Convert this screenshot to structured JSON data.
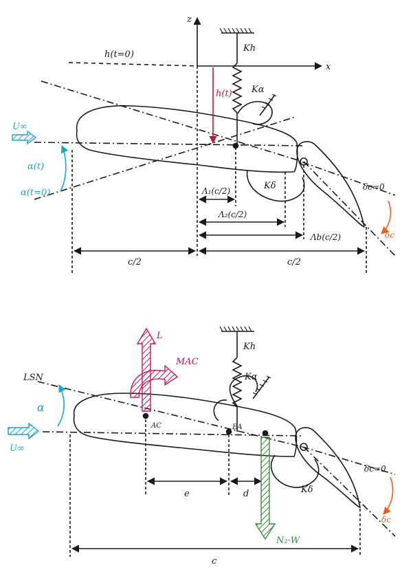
{
  "colors": {
    "ink": "#1a1a1a",
    "blue": "#1aa3d6",
    "red": "#b0203a",
    "magenta": "#c2185b",
    "green": "#3a8a3a",
    "orange": "#e8601c"
  },
  "top": {
    "z_axis": "z",
    "x_axis": "x",
    "h_t0": "h(t=0)",
    "h_t": "h(t)",
    "kh": "Kh",
    "kalpha": "Kα",
    "kdelta": "Kδ",
    "u_inf": "U∞",
    "alpha_t": "α(t)",
    "alpha_t0": "α(t=0)",
    "lambda_1": "Λ₁(c/2)",
    "lambda_2": "Λ₂(c/2)",
    "lambda_b": "Λb(c/2)",
    "c_half_left": "c/2",
    "c_half_right": "c/2",
    "delta_c0": "δc=0",
    "delta_c": "δc"
  },
  "bottom": {
    "lift": "L",
    "moment": "MAC",
    "lsn": "LSN",
    "alpha": "α",
    "u_inf": "U∞",
    "ac": "AC",
    "ea": "EA",
    "kh": "Kh",
    "kalpha": "Kα",
    "kdelta": "Kδ",
    "e": "e",
    "d": "d",
    "weight": "N₂·W",
    "chord": "c",
    "delta_c0": "δc=0",
    "delta_c": "δc"
  },
  "icons": [
    "ground-hatch-icon",
    "spring-icon",
    "blue-arrow-icon",
    "lift-arrow-icon",
    "moment-arrow-icon",
    "weight-arrow-icon"
  ]
}
